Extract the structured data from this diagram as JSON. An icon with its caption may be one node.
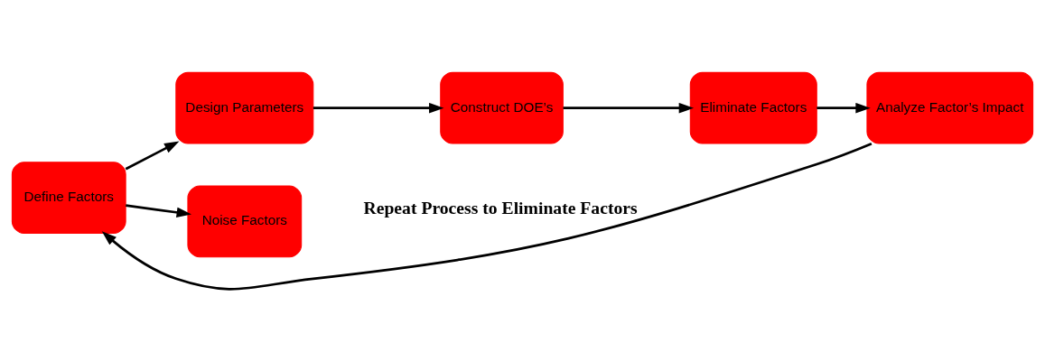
{
  "diagram": {
    "nodes": [
      {
        "text": [
          "Define Factors"
        ]
      },
      {
        "text": [
          "Design Parameters"
        ]
      },
      {
        "text": [
          "Noise Factors"
        ]
      },
      {
        "text": [
          "Construct DOE’s"
        ]
      },
      {
        "text": [
          "Eliminate Factors"
        ]
      },
      {
        "text": [
          "Analyze Factor’s Impact"
        ]
      }
    ],
    "edges": [
      {
        "from": 0,
        "to": 1,
        "arrow": "to"
      },
      {
        "from": 0,
        "to": 2,
        "arrow": "to"
      },
      {
        "from": 1,
        "to": 3,
        "arrow": "to"
      },
      {
        "from": 3,
        "to": 4,
        "arrow": "to"
      },
      {
        "from": 4,
        "to": 5,
        "arrow": "to"
      },
      {
        "from": 5,
        "to": 0,
        "arrow": "to",
        "label": "Repeat Process to Eliminate Factors"
      }
    ]
  }
}
